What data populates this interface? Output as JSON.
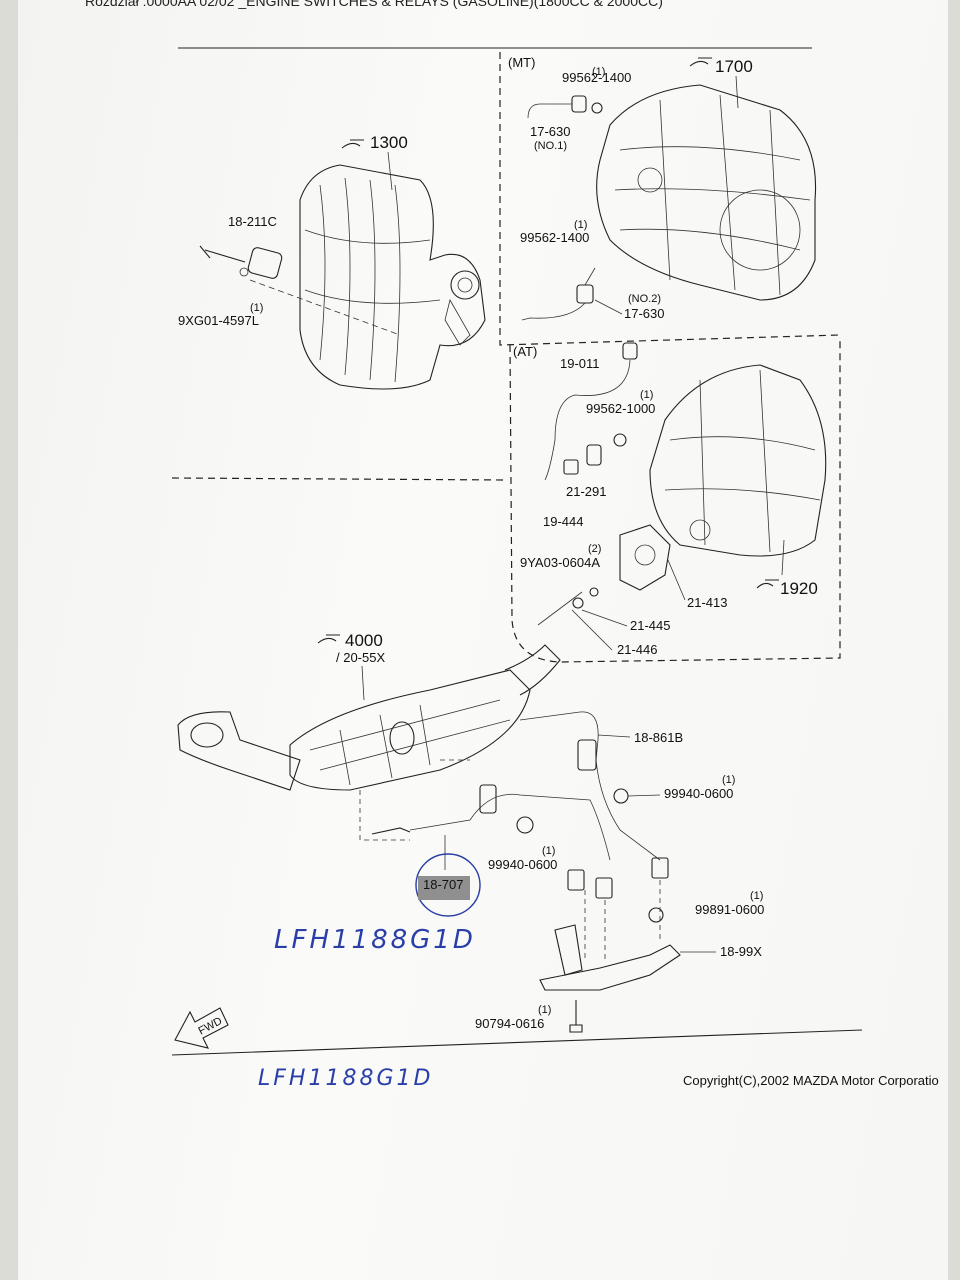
{
  "header": {
    "text": "Rozdział :0000AA 02/02 _ENGINE SWITCHES & RELAYS (GASOLINE)(1800CC & 2000CC)"
  },
  "sections": {
    "mt": "(MT)",
    "at": "(AT)"
  },
  "refs": {
    "r1300": "1300",
    "r1700": "1700",
    "r1920": "1920",
    "r4000": "4000",
    "r4000_sub": "/ 20-55X"
  },
  "parts": {
    "p18211c": "18-211C",
    "p9xg01_qty": "(1)",
    "p9xg01": "9XG01-4597L",
    "p99562a_qty": "(1)",
    "p99562a": "99562-1400",
    "p17630a": "17-630",
    "p17630a_no": "(NO.1)",
    "p99562b_qty": "(1)",
    "p99562b": "99562-1400",
    "p17630b_no": "(NO.2)",
    "p17630b": "17-630",
    "p19011": "19-011",
    "p99562c_qty": "(1)",
    "p99562c": "99562-1000",
    "p21291": "21-291",
    "p19444": "19-444",
    "p9ya03_qty": "(2)",
    "p9ya03": "9YA03-0604A",
    "p21413": "21-413",
    "p21445": "21-445",
    "p21446": "21-446",
    "p18861b": "18-861B",
    "p99940a_qty": "(1)",
    "p99940a": "99940-0600",
    "p99940b_qty": "(1)",
    "p99940b": "99940-0600",
    "p18707": "18-707",
    "p99891_qty": "(1)",
    "p99891": "99891-0600",
    "p1899x": "18-99X",
    "p90794_qty": "(1)",
    "p90794": "90794-0616",
    "fwd": "FWD"
  },
  "handwriting": {
    "note1": "LFH1188G1D",
    "note2": "LFH1188G1D"
  },
  "footer": {
    "copyright": "Copyright(C),2002 MAZDA Motor Corporatio"
  }
}
